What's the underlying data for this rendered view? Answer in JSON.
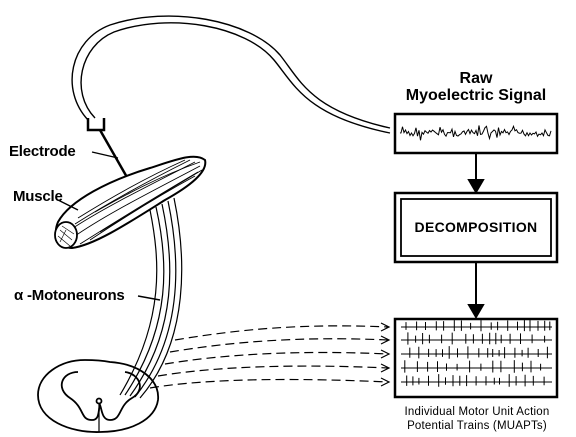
{
  "labels": {
    "electrode": "Electrode",
    "muscle": "Muscle",
    "motoneurons": "α -Motoneurons",
    "raw_signal_title_line1": "Raw",
    "raw_signal_title_line2": "Myoelectric Signal",
    "decomposition": "DECOMPOSITION",
    "caption_line1": "Individual Motor Unit Action",
    "caption_line2": "Potential Trains (MUAPTs)"
  },
  "style": {
    "ink": "#000000",
    "background": "#ffffff"
  }
}
